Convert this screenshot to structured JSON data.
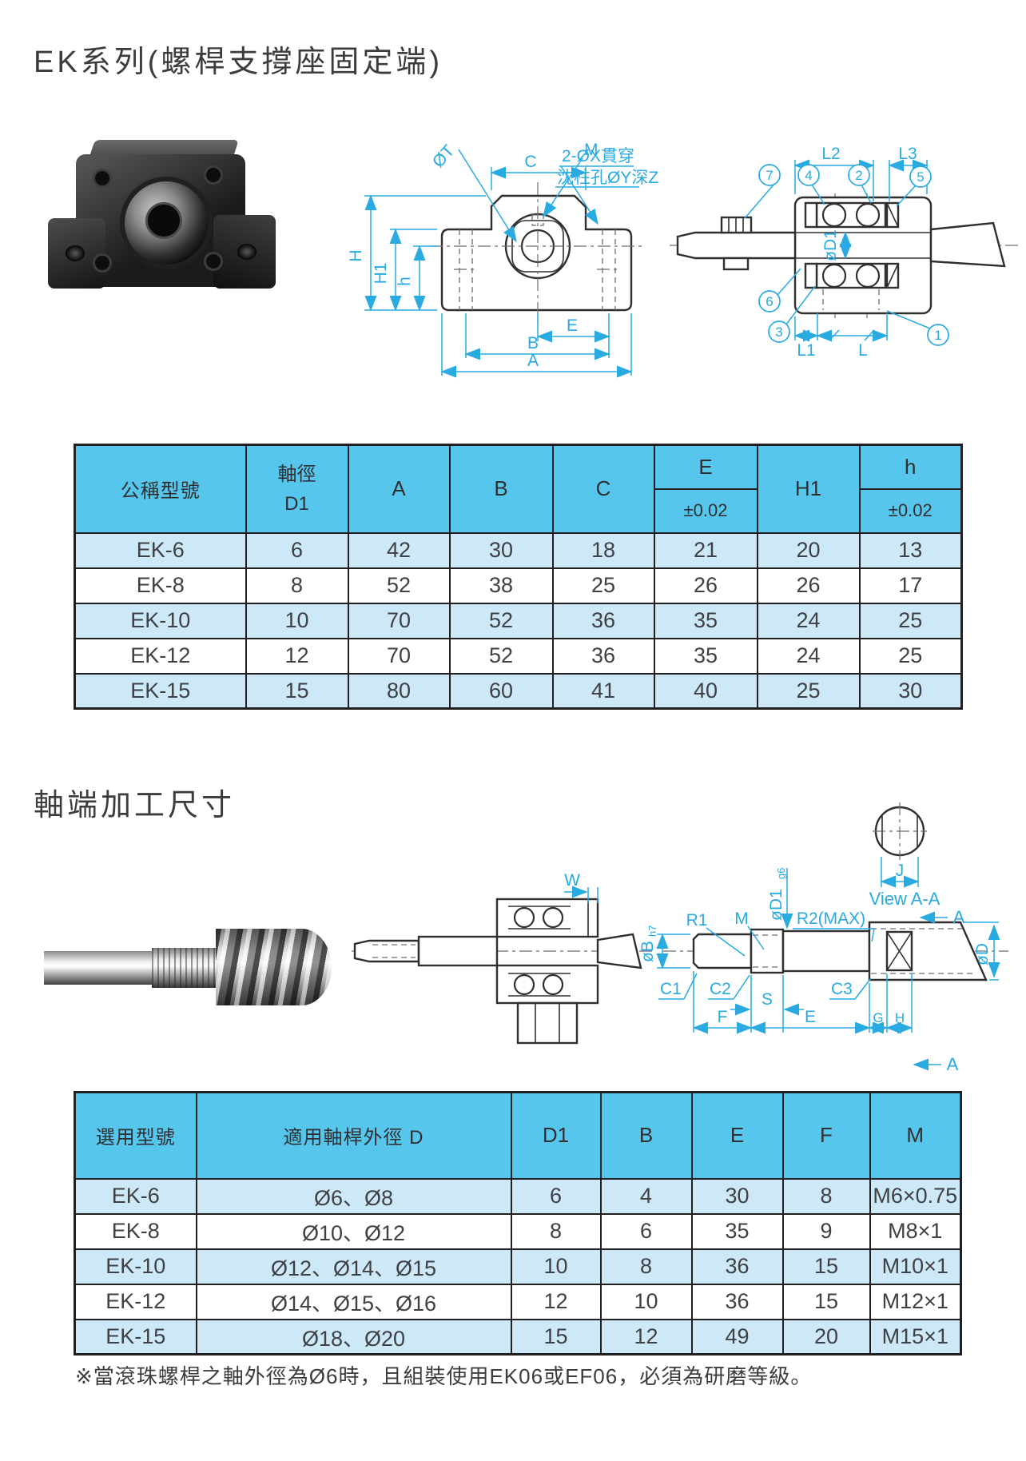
{
  "page": {
    "section1_title": "EK系列(螺桿支撐座固定端)",
    "section2_title": "軸端加工尺寸",
    "footnote": "※當滾珠螺桿之軸外徑為Ø6時，且組裝使用EK06或EF06，必須為研磨等級。"
  },
  "colors": {
    "dimension_accent": "#29aae0",
    "table_header_bg": "#56c6ec",
    "table_row_alt_bg": "#cde9f8",
    "table_border": "#231f20"
  },
  "drawing1": {
    "note_line1": "2-ØX貫穿",
    "note_line2": "沈柱孔ØY深Z",
    "front": {
      "T": "ØT",
      "C": "C",
      "M": "M",
      "H": "H",
      "H1": "H1",
      "h": "h",
      "E": "E",
      "B": "B",
      "A": "A"
    },
    "side": {
      "L2": "L2",
      "L3": "L3",
      "L1": "L1",
      "L": "L",
      "D1": "øD1",
      "callouts": [
        "1",
        "2",
        "3",
        "4",
        "5",
        "6",
        "7"
      ]
    }
  },
  "table1": {
    "headers": {
      "model": "公稱型號",
      "dia1": "軸徑",
      "dia2": "D1",
      "A": "A",
      "B": "B",
      "C": "C",
      "E": "E",
      "E_tol": "±0.02",
      "H1": "H1",
      "h": "h",
      "h_tol": "±0.02"
    },
    "rows": [
      [
        "EK-6",
        "6",
        "42",
        "30",
        "18",
        "21",
        "20",
        "13"
      ],
      [
        "EK-8",
        "8",
        "52",
        "38",
        "25",
        "26",
        "26",
        "17"
      ],
      [
        "EK-10",
        "10",
        "70",
        "52",
        "36",
        "35",
        "24",
        "25"
      ],
      [
        "EK-12",
        "12",
        "70",
        "52",
        "36",
        "35",
        "24",
        "25"
      ],
      [
        "EK-15",
        "15",
        "80",
        "60",
        "41",
        "40",
        "25",
        "30"
      ]
    ]
  },
  "drawing2": {
    "W": "W",
    "J": "J",
    "view_aa": "View A-A",
    "A": "A",
    "R1": "R1",
    "M": "M",
    "D1": "øD1",
    "g6": "g6",
    "R2": "R2(MAX)",
    "B": "øB",
    "h7": "h7",
    "C1": "C1",
    "C2": "C2",
    "S": "S",
    "C3": "C3",
    "F": "F",
    "E": "E",
    "G": "G",
    "H": "H",
    "D": "øD"
  },
  "table2": {
    "headers": [
      "選用型號",
      "適用軸桿外徑 D",
      "D1",
      "B",
      "E",
      "F",
      "M"
    ],
    "rows": [
      [
        "EK-6",
        "Ø6、Ø8",
        "6",
        "4",
        "30",
        "8",
        "M6×0.75"
      ],
      [
        "EK-8",
        "Ø10、Ø12",
        "8",
        "6",
        "35",
        "9",
        "M8×1"
      ],
      [
        "EK-10",
        "Ø12、Ø14、Ø15",
        "10",
        "8",
        "36",
        "15",
        "M10×1"
      ],
      [
        "EK-12",
        "Ø14、Ø15、Ø16",
        "12",
        "10",
        "36",
        "15",
        "M12×1"
      ],
      [
        "EK-15",
        "Ø18、Ø20",
        "15",
        "12",
        "49",
        "20",
        "M15×1"
      ]
    ]
  }
}
